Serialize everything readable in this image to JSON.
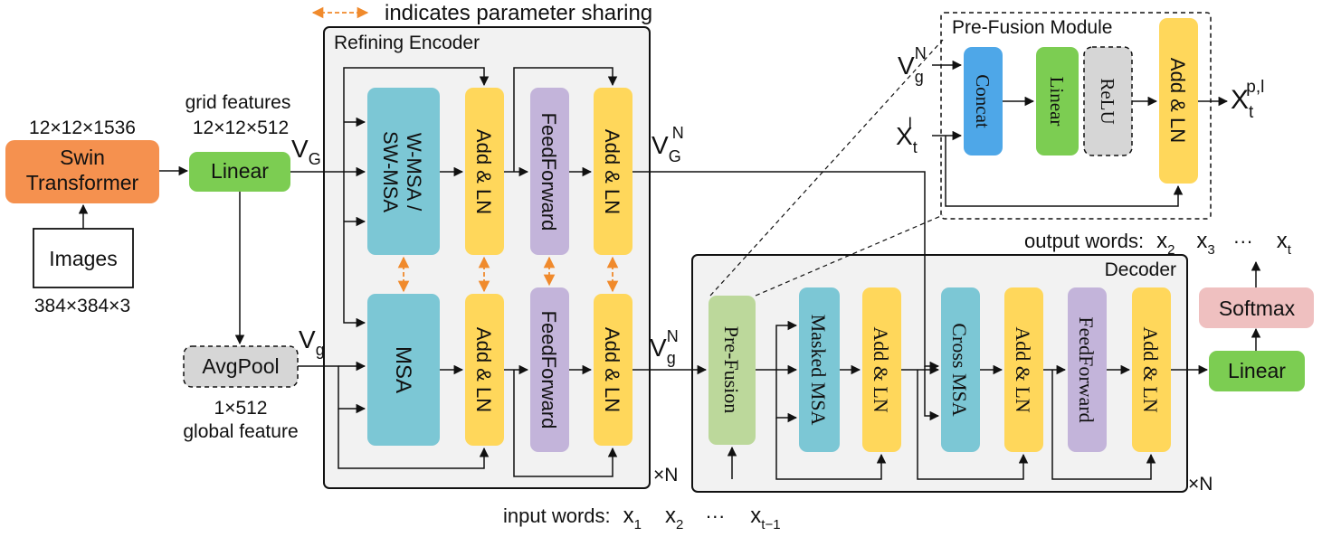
{
  "legend": {
    "text": "indicates parameter sharing"
  },
  "input": {
    "swin_dims": "12×12×1536",
    "swin_label": [
      "Swin",
      "Transformer"
    ],
    "images_label": "Images",
    "images_dims": "384×384×3"
  },
  "projection": {
    "grid_label": "grid features",
    "grid_dims": "12×12×512",
    "linear_label": "Linear",
    "vG": "V",
    "vG_sub": "G",
    "avgpool_label": "AvgPool",
    "vg": "V",
    "vg_sub": "g",
    "global_dims": "1×512",
    "global_label": "global feature"
  },
  "encoder": {
    "title": "Refining Encoder",
    "wmsa": [
      "W-MSA /",
      "SW-MSA"
    ],
    "addln": "Add & LN",
    "ff": "FeedForward",
    "msa": "MSA",
    "times_n": "×N",
    "out_G": "V",
    "out_G_sub": "G",
    "out_G_sup": "N",
    "out_g": "V",
    "out_g_sub": "g",
    "out_g_sup": "N"
  },
  "prefusion": {
    "title": "Pre-Fusion Module",
    "in1": "V",
    "in1_sub": "g",
    "in1_sup": "N",
    "in2": "X",
    "in2_sub": "t",
    "in2_sup": "l",
    "concat": "Concat",
    "linear": "Linear",
    "relu": "ReLU",
    "addln": "Add & LN",
    "out": "X",
    "out_sub": "t",
    "out_sup": "p,l"
  },
  "decoder": {
    "title": "Decoder",
    "prefusion": "Pre-Fusion",
    "masked_msa": "Masked MSA",
    "addln": "Add & LN",
    "cross_msa": "Cross MSA",
    "ff": "FeedForward",
    "times_n": "×N",
    "linear": "Linear",
    "softmax": "Softmax"
  },
  "output_words": {
    "label": "output words:",
    "w1": "x",
    "w1_sub": "2",
    "w2": "x",
    "w2_sub": "3",
    "dots": "···",
    "w3": "x",
    "w3_sub": "t"
  },
  "input_words": {
    "label": "input words:",
    "w1": "x",
    "w1_sub": "1",
    "w2": "x",
    "w2_sub": "2",
    "dots": "···",
    "w3": "x",
    "w3_sub": "t−1"
  },
  "colors": {
    "swin": "#f5914f",
    "linear": "#7ccd52",
    "avgpool": "#d6d6d6",
    "msa": "#7cc7d5",
    "addln": "#ffd75b",
    "ff": "#c3b4da",
    "prefusion_block": "#bcd89b",
    "concat": "#4ea7e8",
    "softmax": "#efc0c0",
    "panel": "#f2f2f2",
    "share_arrow": "#f08a2c"
  }
}
